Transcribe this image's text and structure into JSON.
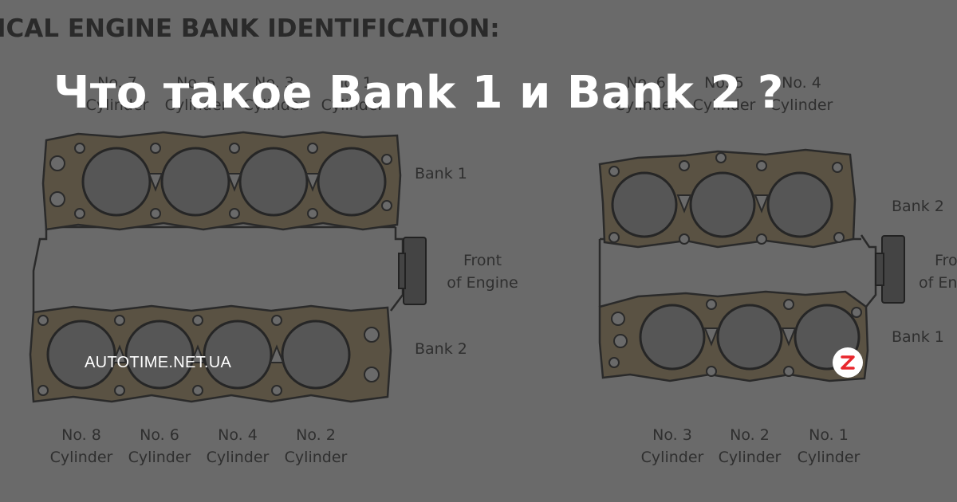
{
  "diagram": {
    "heading": "ICAL ENGINE BANK IDENTIFICATION:",
    "left_engine": {
      "top_labels": [
        {
          "num": "No. 7",
          "word": "Cylinder"
        },
        {
          "num": "No. 5",
          "word": "Cylinder"
        },
        {
          "num": "No. 3",
          "word": "Cylinder"
        },
        {
          "num": "No. 1",
          "word": "Cylinder"
        }
      ],
      "bottom_labels": [
        {
          "num": "No. 8",
          "word": "Cylinder"
        },
        {
          "num": "No. 6",
          "word": "Cylinder"
        },
        {
          "num": "No. 4",
          "word": "Cylinder"
        },
        {
          "num": "No. 2",
          "word": "Cylinder"
        }
      ],
      "bank_top": "Bank 1",
      "bank_bottom": "Bank 2",
      "front_line1": "Front",
      "front_line2": "of Engine"
    },
    "right_engine": {
      "top_labels": [
        {
          "num": "No. 6",
          "word": "Cylinder"
        },
        {
          "num": "No. 5",
          "word": "Cylinder"
        },
        {
          "num": "No. 4",
          "word": "Cylinder"
        }
      ],
      "bottom_labels": [
        {
          "num": "No. 3",
          "word": "Cylinder"
        },
        {
          "num": "No. 2",
          "word": "Cylinder"
        },
        {
          "num": "No. 1",
          "word": "Cylinder"
        }
      ],
      "bank_top": "Bank 2",
      "bank_bottom": "Bank 1",
      "front_line1": "Front",
      "front_line2": "of Engine"
    }
  },
  "overlay": {
    "title": "Что такое Bank 1 и Bank 2 ?",
    "watermark": "AUTOTIME.NET.UA"
  },
  "icons": {
    "zen": "zen-logo-icon"
  }
}
